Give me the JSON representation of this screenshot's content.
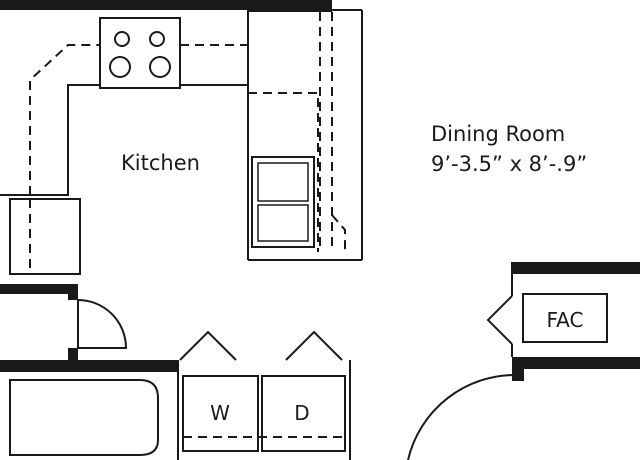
{
  "rooms": {
    "kitchen": "Kitchen",
    "dining_name": "Dining Room",
    "dining_dims": "9’-3.5” x 8’-.9”"
  },
  "fixtures": {
    "fac": "FAC",
    "washer": "W",
    "dryer": "D"
  }
}
